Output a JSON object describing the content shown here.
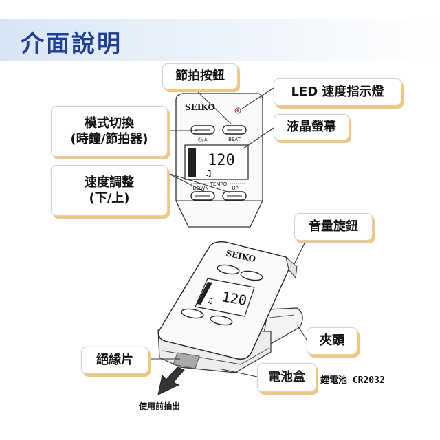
{
  "title": "介面說明",
  "callouts": {
    "beat_button": "節拍按鈕",
    "led": "LED 速度指示燈",
    "mode_switch": "模式切換",
    "mode_switch_sub": "(時鐘/節拍器)",
    "lcd": "液晶螢幕",
    "tempo_adjust": "速度調整",
    "tempo_adjust_sub": "(下/上)",
    "volume_knob": "音量旋鈕",
    "clip": "夾頭",
    "insulator": "絕緣片",
    "battery_box": "電池盒"
  },
  "battery_type": "鋰電池 CR2032",
  "pull_note": "使用前抽出",
  "device": {
    "brand": "SEIKO",
    "mode_icon_label": "◷/♙",
    "beat_label": "BEAT",
    "tempo_label": "TEMPO",
    "down_label": "DOWN",
    "up_label": "UP",
    "display_value": "120",
    "note_symbol": "♫"
  },
  "colors": {
    "title_text": "#1f3f96",
    "title_band": "#d8e6f6",
    "callout_shadow": "#f2c77a",
    "led": "#c0392b"
  }
}
